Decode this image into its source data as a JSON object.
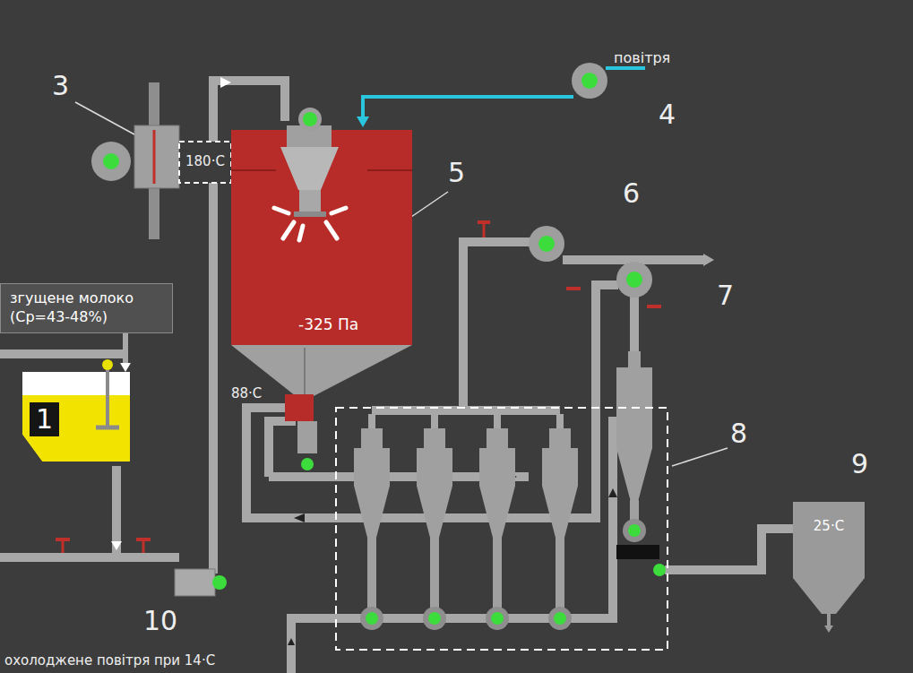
{
  "diagram": {
    "nodes": [
      {
        "text": [
          "згущене молоко (Ср=43-48%)"
        ]
      },
      {
        "text": [
          "1"
        ]
      },
      {
        "text": [
          "-325 Па"
        ]
      },
      {
        "text": [
          "25·C"
        ]
      }
    ],
    "edges": [
      {
        "from": 0,
        "to": 1,
        "arrow": "to"
      }
    ],
    "labels": [
      "3",
      "180·C",
      "4",
      "повітря",
      "5",
      "6",
      "7",
      "88·C",
      "8",
      "9",
      "10",
      "охолоджене повітря при 14·C"
    ]
  }
}
